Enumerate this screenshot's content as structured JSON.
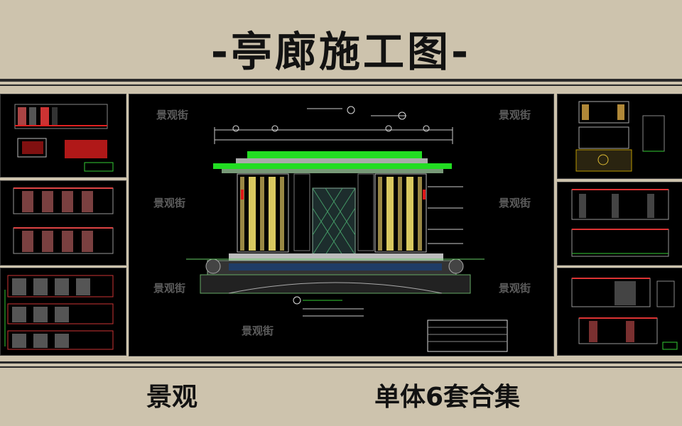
{
  "title": "-亭廊施工图-",
  "footer": {
    "left": "景观",
    "right": "单体6套合集"
  },
  "watermark": "景观街",
  "colors": {
    "background": "#cdc3ad",
    "cad_canvas": "#000000",
    "roof_green": "#22dd22",
    "wall_yellow": "#d8c860",
    "accent_red": "#e01818",
    "line_white": "#dddddd"
  }
}
